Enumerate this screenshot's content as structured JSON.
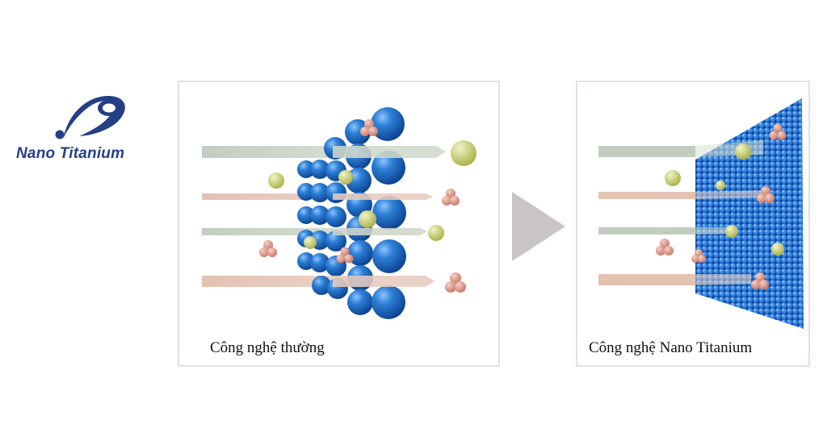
{
  "logo": {
    "text": "Nano Titanium",
    "color": "#243f86"
  },
  "panels": {
    "left": {
      "caption": "Công nghệ thường"
    },
    "right": {
      "caption": "Công nghệ Nano Titanium"
    }
  },
  "colors": {
    "sphere_blue": "#1b67b9",
    "mesh_blue": "#1f6fd0",
    "dust_yellow": "#c8cf6e",
    "dust_pink": "#dd9585",
    "stream_green": "#c3cdbf",
    "stream_pink": "#e2c2b2",
    "flow_arrow": "#c9c4c5"
  },
  "icons": {
    "logo_mark": "swoosh-ring-icon",
    "flow_arrow": "triangle-right-icon"
  }
}
